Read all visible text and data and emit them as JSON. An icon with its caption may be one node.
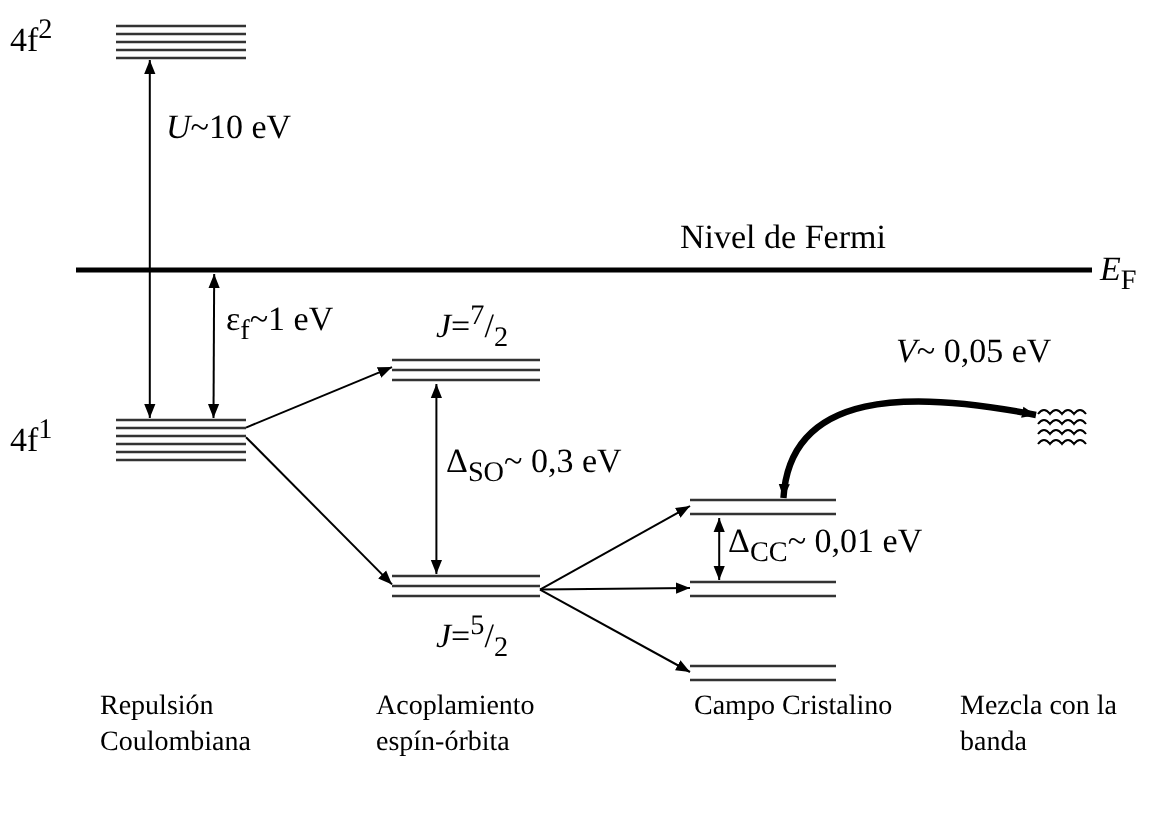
{
  "diagram": {
    "nodes": [
      {
        "text": [],
        "shape": "bar",
        "beside": [
          "4f$^{2}$"
        ]
      },
      {
        "text": [],
        "shape": "bar",
        "beside": [
          "Nivel de Fermi",
          "*E*$_{F}$"
        ]
      },
      {
        "text": [],
        "shape": "bar",
        "beside": [
          "4f$^{1}$"
        ]
      },
      {
        "text": [],
        "shape": "bar",
        "beside": [
          "*J*=$^{7}$/$_{2}$"
        ]
      },
      {
        "text": [],
        "shape": "bar",
        "beside": [
          "*J*=$^{5}$/$_{2}$"
        ]
      },
      {
        "text": [],
        "shape": "bar"
      },
      {
        "text": [],
        "shape": "bar"
      },
      {
        "text": [],
        "shape": "bar"
      },
      {
        "text": [],
        "shape": "picture"
      }
    ],
    "edges": [
      {
        "from": 2,
        "to": 0,
        "arrow": "both",
        "label": "*U*~10 eV"
      },
      {
        "from": 1,
        "to": 2,
        "arrow": "both",
        "label": "ε$_{f}$~1 eV"
      },
      {
        "from": 2,
        "to": 3,
        "arrow": "to"
      },
      {
        "from": 2,
        "to": 4,
        "arrow": "to"
      },
      {
        "from": 3,
        "to": 4,
        "arrow": "both",
        "label": "Δ$_{SO}$~ 0,3 eV"
      },
      {
        "from": 4,
        "to": 5,
        "arrow": "to"
      },
      {
        "from": 4,
        "to": 6,
        "arrow": "to"
      },
      {
        "from": 4,
        "to": 7,
        "arrow": "to"
      },
      {
        "from": 5,
        "to": 6,
        "arrow": "both",
        "label": "Δ$_{CC}$~ 0,01 eV"
      },
      {
        "from": 5,
        "to": 8,
        "arrow": "both",
        "style": "thick",
        "label": "*V*~ 0,05 eV"
      }
    ],
    "labels": [
      "Repulsión Coulombiana",
      "Acoplamiento espín-órbita",
      "Campo Cristalino",
      "Mezcla con la banda"
    ]
  }
}
